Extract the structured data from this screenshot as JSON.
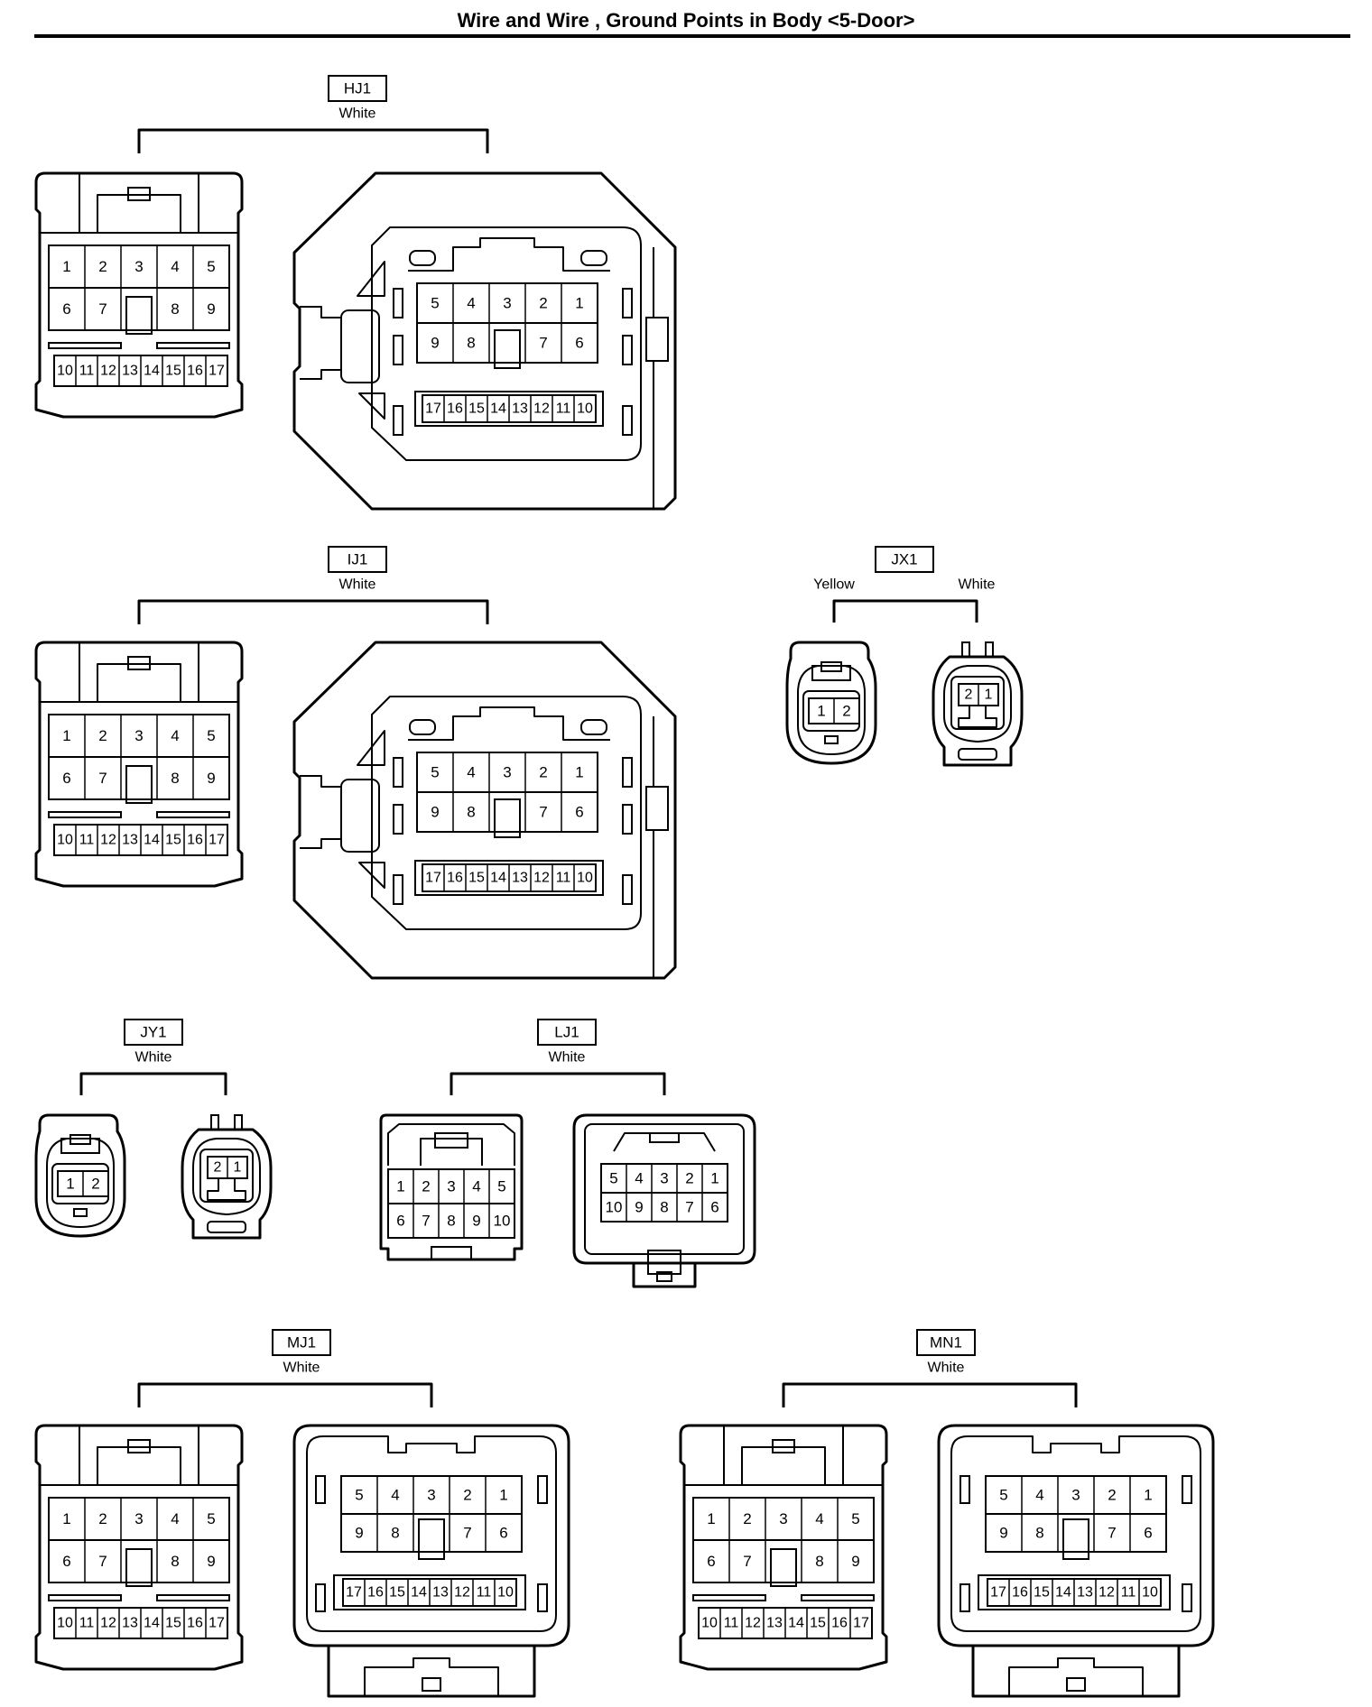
{
  "page": {
    "title": "Wire and Wire , Ground Points in Body <5-Door>"
  },
  "connectors": [
    {
      "id": "HJ1",
      "colors": [
        "White"
      ],
      "male": {
        "row1": [
          "1",
          "2",
          "3",
          "4",
          "5"
        ],
        "row2": [
          "6",
          "7",
          "8",
          "9"
        ],
        "row3": [
          "10",
          "11",
          "12",
          "13",
          "14",
          "15",
          "16",
          "17"
        ]
      },
      "female": {
        "row1": [
          "5",
          "4",
          "3",
          "2",
          "1"
        ],
        "row2": [
          "9",
          "8",
          "7",
          "6"
        ],
        "row3": [
          "17",
          "16",
          "15",
          "14",
          "13",
          "12",
          "11",
          "10"
        ]
      }
    },
    {
      "id": "IJ1",
      "colors": [
        "White"
      ],
      "male": {
        "row1": [
          "1",
          "2",
          "3",
          "4",
          "5"
        ],
        "row2": [
          "6",
          "7",
          "8",
          "9"
        ],
        "row3": [
          "10",
          "11",
          "12",
          "13",
          "14",
          "15",
          "16",
          "17"
        ]
      },
      "female": {
        "row1": [
          "5",
          "4",
          "3",
          "2",
          "1"
        ],
        "row2": [
          "9",
          "8",
          "7",
          "6"
        ],
        "row3": [
          "17",
          "16",
          "15",
          "14",
          "13",
          "12",
          "11",
          "10"
        ]
      }
    },
    {
      "id": "JX1",
      "colors": [
        "Yellow",
        "White"
      ],
      "male": {
        "row1": [
          "1",
          "2"
        ]
      },
      "female": {
        "row1": [
          "2",
          "1"
        ]
      }
    },
    {
      "id": "JY1",
      "colors": [
        "White"
      ],
      "male": {
        "row1": [
          "1",
          "2"
        ]
      },
      "female": {
        "row1": [
          "2",
          "1"
        ]
      }
    },
    {
      "id": "LJ1",
      "colors": [
        "White"
      ],
      "male": {
        "row1": [
          "1",
          "2",
          "3",
          "4",
          "5"
        ],
        "row2": [
          "6",
          "7",
          "8",
          "9",
          "10"
        ]
      },
      "female": {
        "row1": [
          "5",
          "4",
          "3",
          "2",
          "1"
        ],
        "row2": [
          "10",
          "9",
          "8",
          "7",
          "6"
        ]
      }
    },
    {
      "id": "MJ1",
      "colors": [
        "White"
      ],
      "male": {
        "row1": [
          "1",
          "2",
          "3",
          "4",
          "5"
        ],
        "row2": [
          "6",
          "7",
          "8",
          "9"
        ],
        "row3": [
          "10",
          "11",
          "12",
          "13",
          "14",
          "15",
          "16",
          "17"
        ]
      },
      "female": {
        "row1": [
          "5",
          "4",
          "3",
          "2",
          "1"
        ],
        "row2": [
          "9",
          "8",
          "7",
          "6"
        ],
        "row3": [
          "17",
          "16",
          "15",
          "14",
          "13",
          "12",
          "11",
          "10"
        ]
      }
    },
    {
      "id": "MN1",
      "colors": [
        "White"
      ],
      "male": {
        "row1": [
          "1",
          "2",
          "3",
          "4",
          "5"
        ],
        "row2": [
          "6",
          "7",
          "8",
          "9"
        ],
        "row3": [
          "10",
          "11",
          "12",
          "13",
          "14",
          "15",
          "16",
          "17"
        ]
      },
      "female": {
        "row1": [
          "5",
          "4",
          "3",
          "2",
          "1"
        ],
        "row2": [
          "9",
          "8",
          "7",
          "6"
        ],
        "row3": [
          "17",
          "16",
          "15",
          "14",
          "13",
          "12",
          "11",
          "10"
        ]
      }
    }
  ]
}
